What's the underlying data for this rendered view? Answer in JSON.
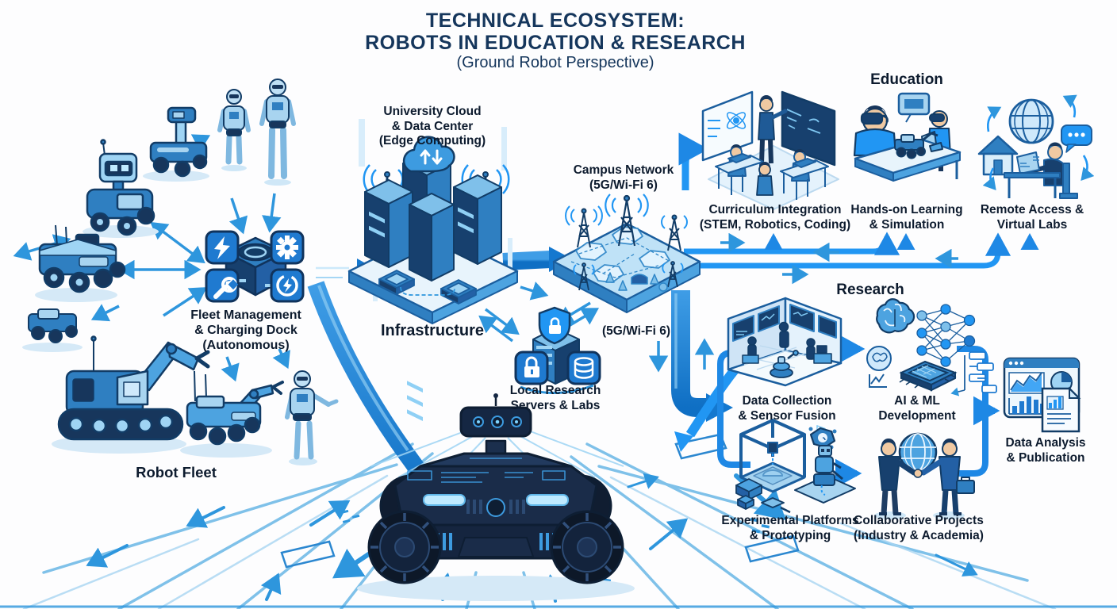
{
  "title": {
    "line1": "TECHNICAL ECOSYSTEM:",
    "line2": "ROBOTS IN EDUCATION & RESEARCH",
    "line3": "(Ground Robot Perspective)"
  },
  "colors": {
    "accent": "#2196f3",
    "pipe": "#1e88e5",
    "navy": "#17365c",
    "light_blue": "#a8d4f0"
  },
  "nodes": {
    "university_cloud": {
      "lines": [
        "University Cloud",
        "& Data Center",
        "(Edge Computing)"
      ]
    },
    "infrastructure": {
      "label": "Infrastructure"
    },
    "campus_network": {
      "lines": [
        "Campus Network",
        "(5G/Wi-Fi 6)"
      ]
    },
    "network_tag": {
      "label": "(5G/Wi-Fi 6)"
    },
    "local_servers": {
      "lines": [
        "Local Research",
        "Servers & Labs"
      ]
    },
    "fleet_management": {
      "lines": [
        "Fleet Management",
        "& Charging Dock",
        "(Autonomous)"
      ]
    },
    "robot_fleet": {
      "label": "Robot Fleet"
    }
  },
  "education": {
    "heading": "Education",
    "items": [
      {
        "lines": [
          "Curriculum Integration",
          "(STEM, Robotics, Coding)"
        ]
      },
      {
        "lines": [
          "Hands-on Learning",
          "& Simulation"
        ]
      },
      {
        "lines": [
          "Remote Access &",
          "Virtual Labs"
        ]
      }
    ]
  },
  "research": {
    "heading": "Research",
    "items": [
      {
        "lines": [
          "Data Collection",
          "& Sensor Fusion"
        ]
      },
      {
        "lines": [
          "AI & ML",
          "Development"
        ]
      },
      {
        "lines": [
          "Data Analysis",
          "& Publication"
        ]
      },
      {
        "lines": [
          "Experimental Platforms",
          "& Prototyping"
        ]
      },
      {
        "lines": [
          "Collaborative Projects",
          "(Industry & Academia)"
        ]
      }
    ]
  }
}
